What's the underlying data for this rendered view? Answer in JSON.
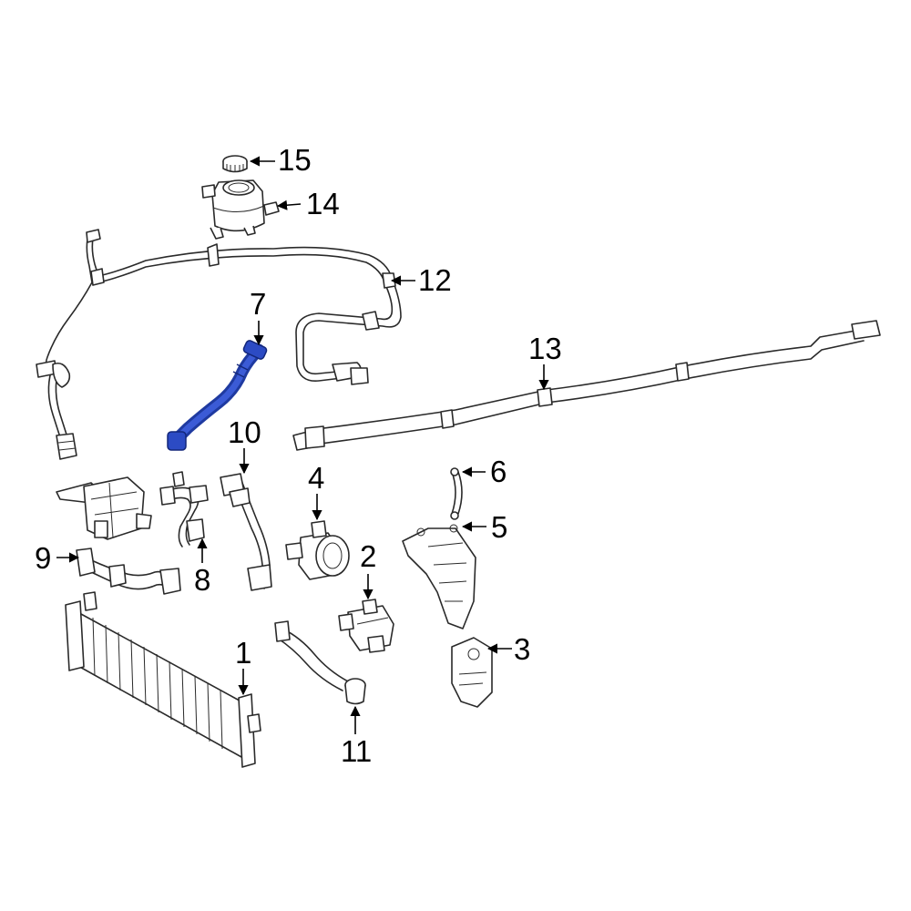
{
  "callouts": [
    {
      "id": "1",
      "label": "1"
    },
    {
      "id": "2",
      "label": "2"
    },
    {
      "id": "3",
      "label": "3"
    },
    {
      "id": "4",
      "label": "4"
    },
    {
      "id": "5",
      "label": "5"
    },
    {
      "id": "6",
      "label": "6"
    },
    {
      "id": "7",
      "label": "7"
    },
    {
      "id": "8",
      "label": "8"
    },
    {
      "id": "9",
      "label": "9"
    },
    {
      "id": "10",
      "label": "10"
    },
    {
      "id": "11",
      "label": "11"
    },
    {
      "id": "12",
      "label": "12"
    },
    {
      "id": "13",
      "label": "13"
    },
    {
      "id": "14",
      "label": "14"
    },
    {
      "id": "15",
      "label": "15"
    }
  ],
  "highlight": {
    "part": "7",
    "color": "#1f3aa0"
  },
  "colors": {
    "line": "#2a2a2a",
    "text": "#000000",
    "background": "#ffffff"
  }
}
